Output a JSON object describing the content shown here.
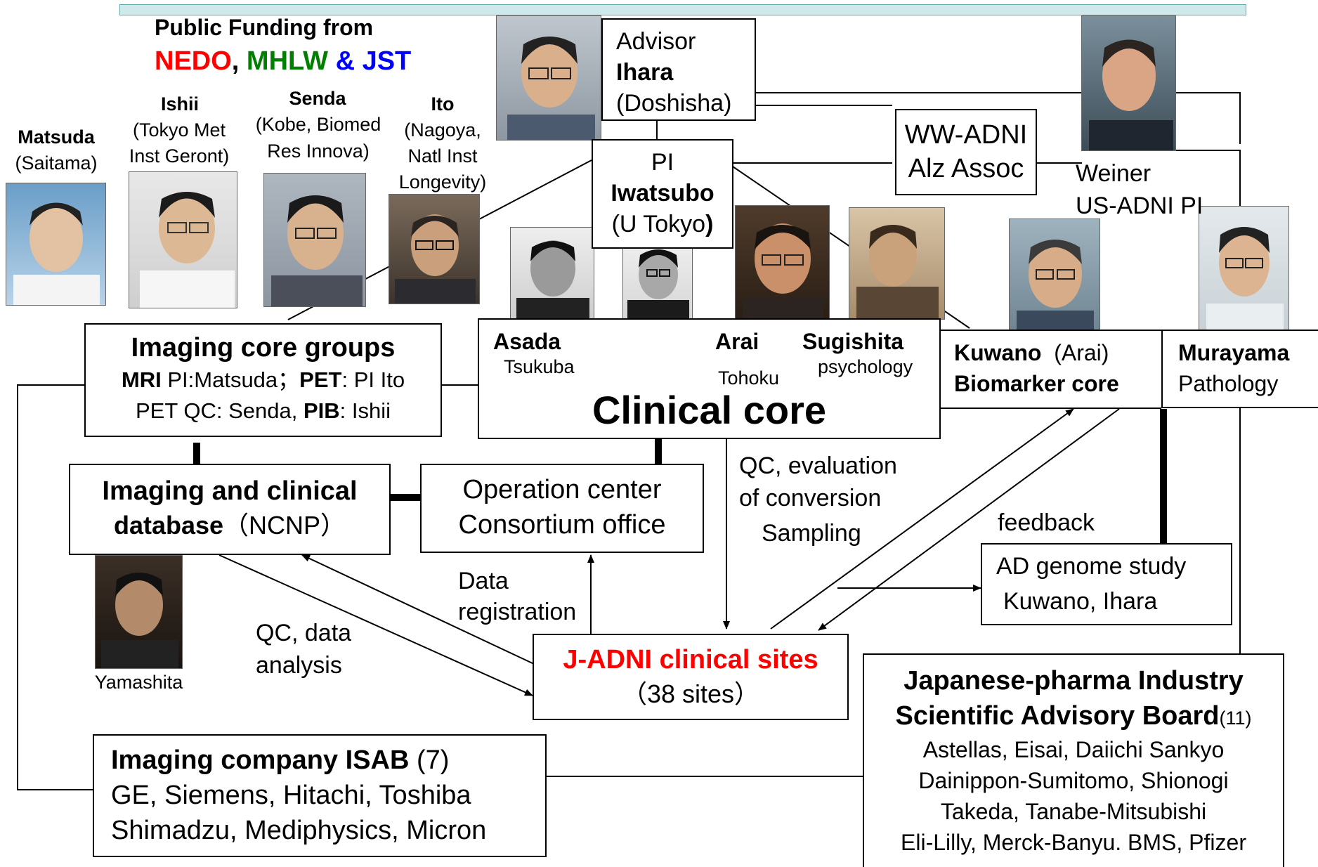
{
  "funding": {
    "title": "Public Funding from",
    "nedo": "NEDO",
    "comma": ",",
    "mhlw": "MHLW",
    "amp": "&",
    "jst": "JST"
  },
  "colors": {
    "nedo": "#ff0000",
    "mhlw": "#008000",
    "jst": "#0000ff",
    "sites_title": "#ff0000"
  },
  "people": {
    "matsuda": {
      "name": "Matsuda",
      "affil": "(Saitama)"
    },
    "ishii": {
      "name": "Ishii",
      "affil1": "(Tokyo Met",
      "affil2": "Inst Geront)"
    },
    "senda": {
      "name": "Senda",
      "affil1": "(Kobe, Biomed",
      "affil2": "Res Innova)"
    },
    "ito": {
      "name": "Ito",
      "affil1": "(Nagoya,",
      "affil2": "Natl Inst",
      "affil3": "Longevity)"
    },
    "yamashita": {
      "name": "Yamashita"
    },
    "weiner": {
      "name": "Weiner",
      "role": "US-ADNI PI"
    }
  },
  "advisor": {
    "role": "Advisor",
    "name": "Ihara",
    "affil": "(Doshisha)"
  },
  "pi": {
    "role": "PI",
    "name": "Iwatsubo",
    "affil": "(U Tokyo",
    "paren": ")"
  },
  "wwadni": {
    "line1": "WW-ADNI",
    "line2": "Alz Assoc"
  },
  "imaging_core": {
    "title": "Imaging core groups",
    "mri": "MRI",
    "mri_rest": " PI:Matsuda；",
    "pet": "PET",
    "pet_rest": ": PI Ito",
    "line3a": "PET QC: Senda, ",
    "pib": "PIB",
    "pib_rest": ": Ishii"
  },
  "clinical_core": {
    "title": "Clinical core",
    "asada": "Asada",
    "asada_affil": "Tsukuba",
    "arai": "Arai",
    "arai_affil": "Tohoku",
    "sugishita": "Sugishita",
    "sugishita_affil": "psychology"
  },
  "biomarker": {
    "name": "Kuwano",
    "paren": "(Arai)",
    "title": "Biomarker core"
  },
  "pathology": {
    "name": "Murayama",
    "title": "Pathology"
  },
  "database": {
    "line1": "Imaging and clinical",
    "line2a": "database",
    "line2b": "（NCNP）"
  },
  "operation": {
    "line1": "Operation center",
    "line2": "Consortium office"
  },
  "genome": {
    "line1": "AD genome study",
    "line2": "Kuwano, Ihara"
  },
  "sites": {
    "title": "J-ADNI clinical sites",
    "count": "（38 sites）"
  },
  "imaging_isab": {
    "title": "Imaging company ISAB",
    "count": " (7)",
    "line2": "GE, Siemens, Hitachi, Toshiba",
    "line3": "Shimadzu, Mediphysics, Micron"
  },
  "pharma": {
    "title1": "Japanese-pharma Industry",
    "title2": "Scientific Advisory Board",
    "count": "(11)",
    "line1": "Astellas, Eisai, Daiichi Sankyo",
    "line2": "Dainippon-Sumitomo, Shionogi",
    "line3": "Takeda, Tanabe-Mitsubishi",
    "line4": "Eli-Lilly, Merck-Banyu. BMS, Pfizer"
  },
  "labels": {
    "qc_eval1": "QC, evaluation",
    "qc_eval2": "of conversion",
    "sampling": "Sampling",
    "feedback": "feedback",
    "data_reg1": "Data",
    "data_reg2": "registration",
    "qc_data1": "QC, data",
    "qc_data2": "analysis"
  }
}
